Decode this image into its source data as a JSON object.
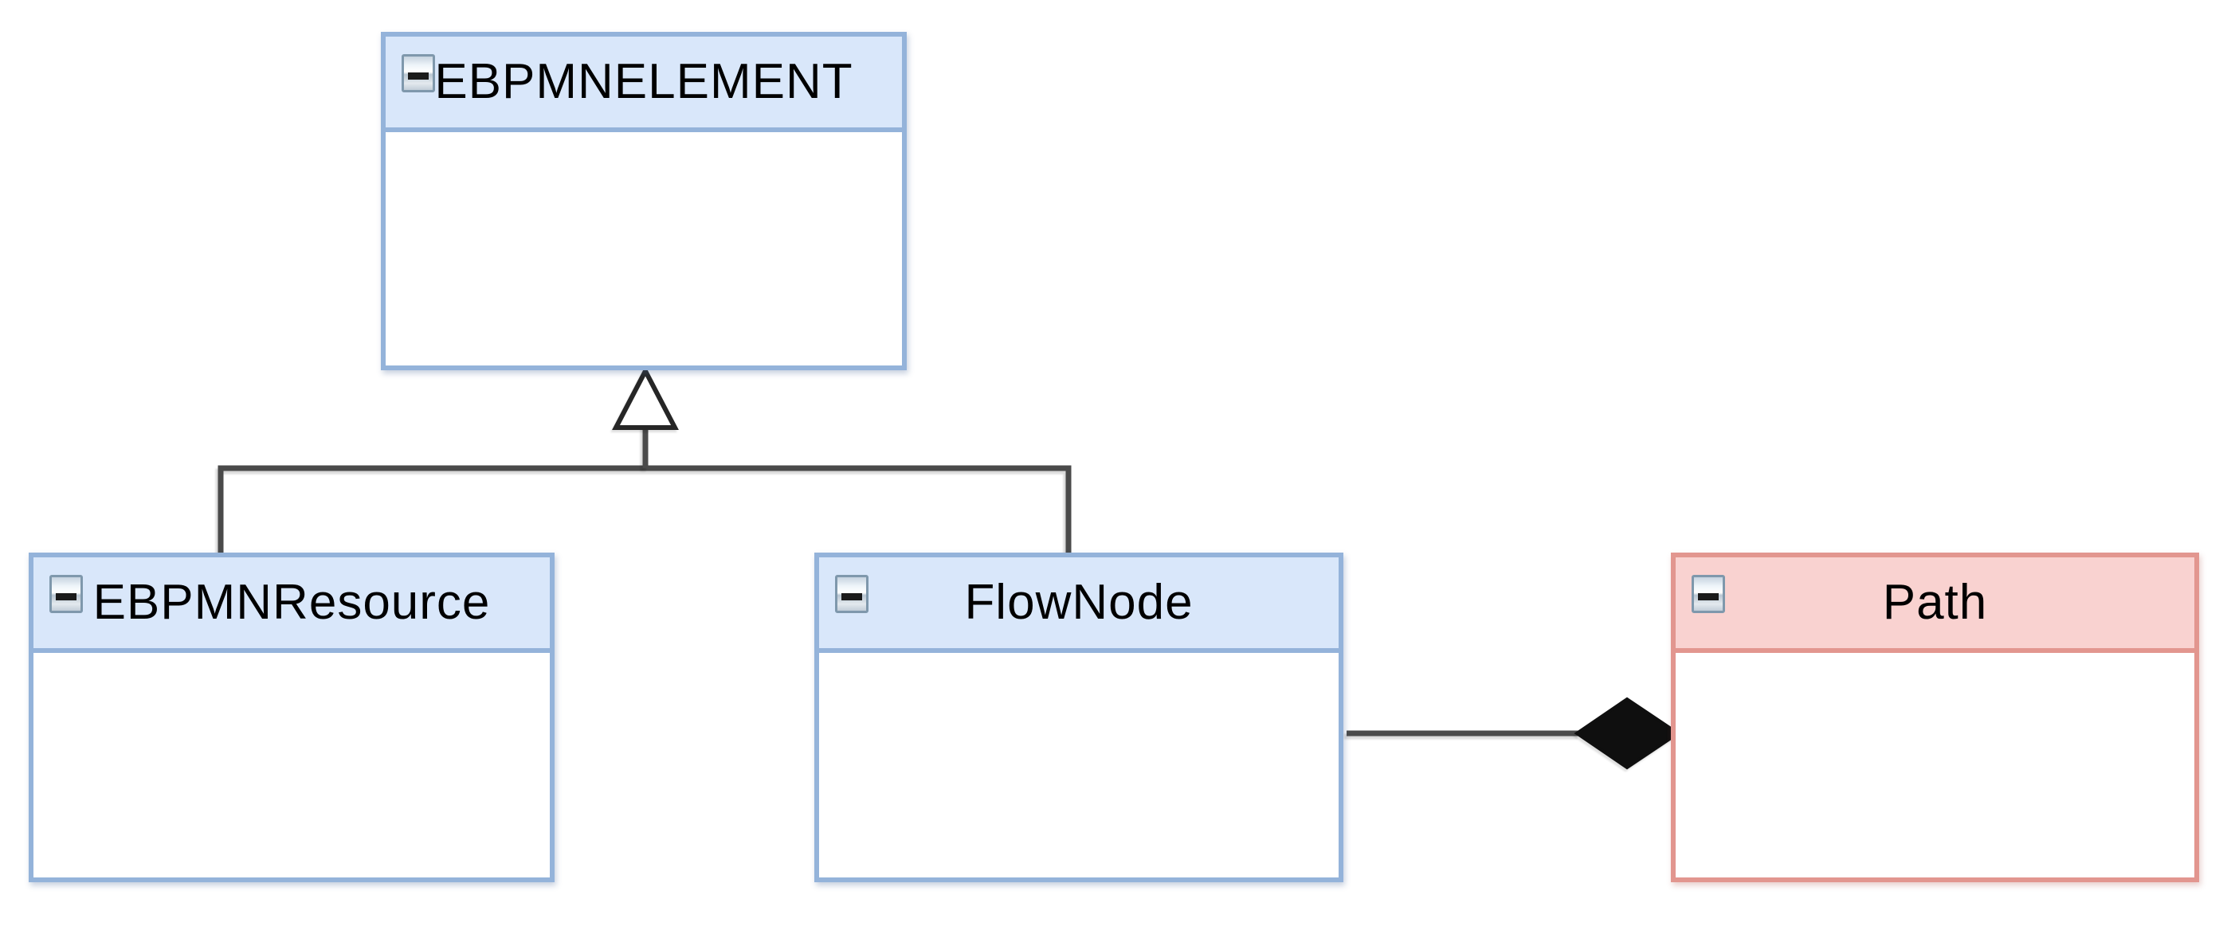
{
  "diagram": {
    "type": "uml-class-diagram",
    "background": "#ffffff",
    "colors": {
      "blue_fill": "#d9e7fa",
      "blue_border": "#94b3da",
      "red_fill": "#f9d2d0",
      "red_border": "#e2968f",
      "edge": "#4a4a4a",
      "arrow_stroke": "#262626",
      "diamond": "#0f0f0f",
      "title_text": "#000000"
    },
    "classes": [
      {
        "name": "EBPMNELEMENT",
        "theme": "blue",
        "members": []
      },
      {
        "name": "EBPMNResource",
        "theme": "blue",
        "members": []
      },
      {
        "name": "FlowNode",
        "theme": "blue",
        "members": []
      },
      {
        "name": "Path",
        "theme": "red",
        "members": []
      }
    ],
    "relations": [
      {
        "type": "generalization",
        "parent": "EBPMNELEMENT",
        "children": [
          "EBPMNResource",
          "FlowNode"
        ]
      },
      {
        "type": "composition",
        "whole": "Path",
        "part": "FlowNode"
      }
    ],
    "icons": {
      "collapse": "minus-square-icon"
    }
  }
}
